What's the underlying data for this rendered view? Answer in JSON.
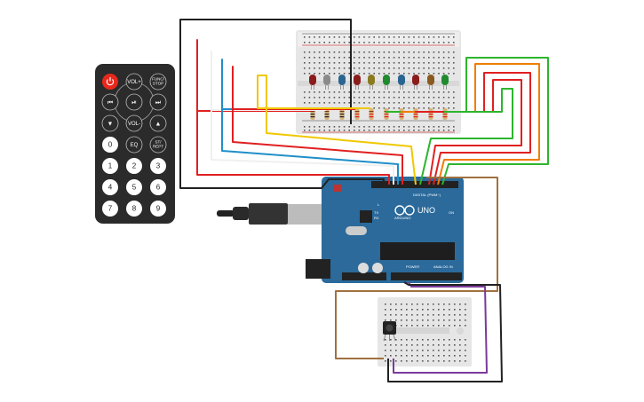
{
  "remote": {
    "buttons": [
      "power",
      "VOL+",
      "FUNC/STOP",
      "prev",
      "play-pause",
      "next",
      "down",
      "VOL-",
      "up",
      "0",
      "EQ",
      "ST/REPT",
      "1",
      "2",
      "3",
      "4",
      "5",
      "6",
      "7",
      "8",
      "9"
    ],
    "labels": {
      "vol_up": "VOL+",
      "func": "FUNC/",
      "stop": "STOP",
      "vol_down": "VOL-",
      "eq": "EQ",
      "st": "ST/",
      "rept": "REPT",
      "n0": "0",
      "n1": "1",
      "n2": "2",
      "n3": "3",
      "n4": "4",
      "n5": "5",
      "n6": "6",
      "n7": "7",
      "n8": "8",
      "n9": "9"
    }
  },
  "arduino": {
    "brand": "ARDUINO",
    "model": "UNO",
    "digital_label": "DIGITAL (PWM~)",
    "power_label": "POWER",
    "analog_label": "ANALOG IN",
    "led_l": "L",
    "led_tx": "TX",
    "led_rx": "RX",
    "led_on": "ON",
    "color": "#2b6a9b"
  },
  "leds": [
    "#8b1c1c",
    "#8a8a8a",
    "#2a6592",
    "#8b1c1c",
    "#8c7a22",
    "#1f8a2e",
    "#2a6592",
    "#8b1c1c",
    "#8a5a1c",
    "#1f8a2e"
  ],
  "wire_colors": {
    "red": "#e02020",
    "white": "#f4f4f4",
    "blue": "#1f8fc8",
    "yellow": "#f0c800",
    "green": "#2db52d",
    "orange": "#f07d00",
    "black": "#222222",
    "brown": "#a0703f",
    "purple": "#7b3a9a"
  }
}
